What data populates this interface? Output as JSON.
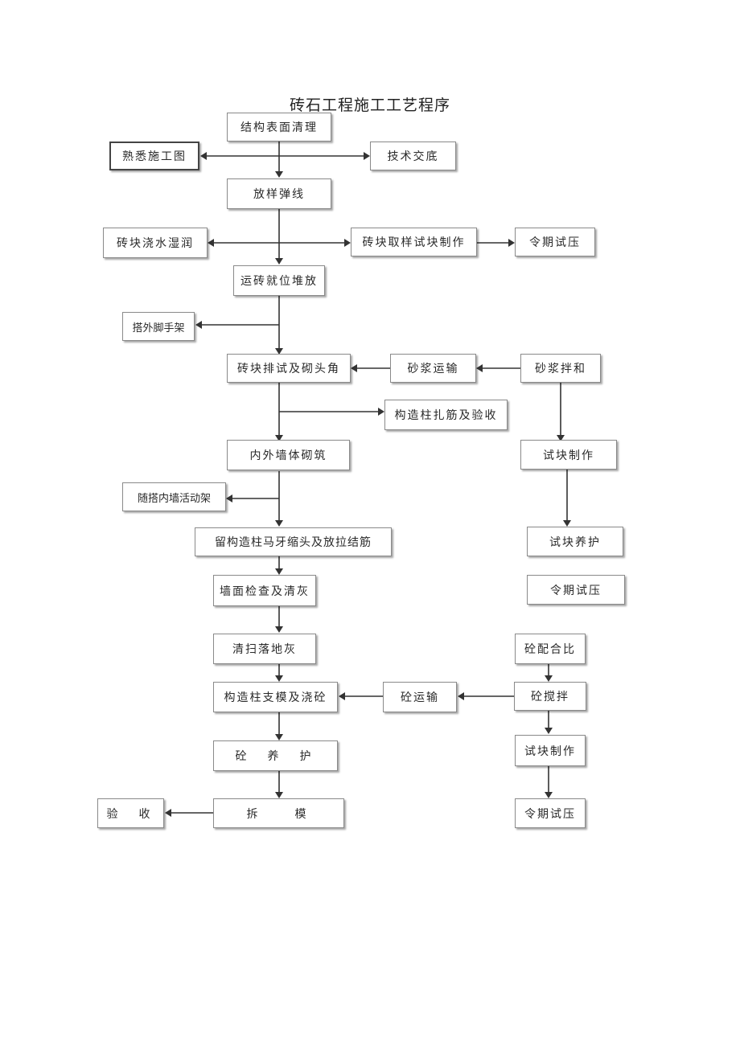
{
  "title": "砖石工程施工工艺程序",
  "boxes": {
    "jiegou_qingli": "结构表面清理",
    "shuxi_shigongtu": "熟悉施工图",
    "jishu_jiaodi": "技术交底",
    "fangyang_tanxian": "放样弹线",
    "zhuankuai_jiaoshui": "砖块浇水湿润",
    "zhuankuai_quyang": "砖块取样试块制作",
    "ling_qi_shiya_1": "令期试压",
    "yunzhuan_duifang": "运砖就位堆放",
    "da_waijiaoshoujia": "搭外脚手架",
    "zhuankuai_paishi": "砖块排试及砌头角",
    "shajiang_yunshu": "砂浆运输",
    "shajiang_banhe": "砂浆拌和",
    "gouzaozhu_zhajin": "构造柱扎筋及验收",
    "neiwai_qiangti": "内外墙体砌筑",
    "shikuai_zhizuo_1": "试块制作",
    "suida_neiqiang": "随搭内墙活动架",
    "liu_gouzaozhu": "留构造柱马牙缩头及放拉结筋",
    "shikuai_yanghu": "试块养护",
    "qiangmian_jiancha": "墙面检查及清灰",
    "ling_qi_shiya_2": "令期试压",
    "qingsao_luodihui": "清扫落地灰",
    "tong_peihebi": "砼配合比",
    "gouzaozhu_zhimo": "构造柱支模及浇砼",
    "tong_yunshu": "砼运输",
    "tong_jiaoban": "砼搅拌",
    "tong_yanghu": "砼　养　护",
    "shikuai_zhizuo_2": "试块制作",
    "yanshou": "验　收",
    "chaimo": "拆　　模",
    "ling_qi_shiya_3": "令期试压"
  }
}
